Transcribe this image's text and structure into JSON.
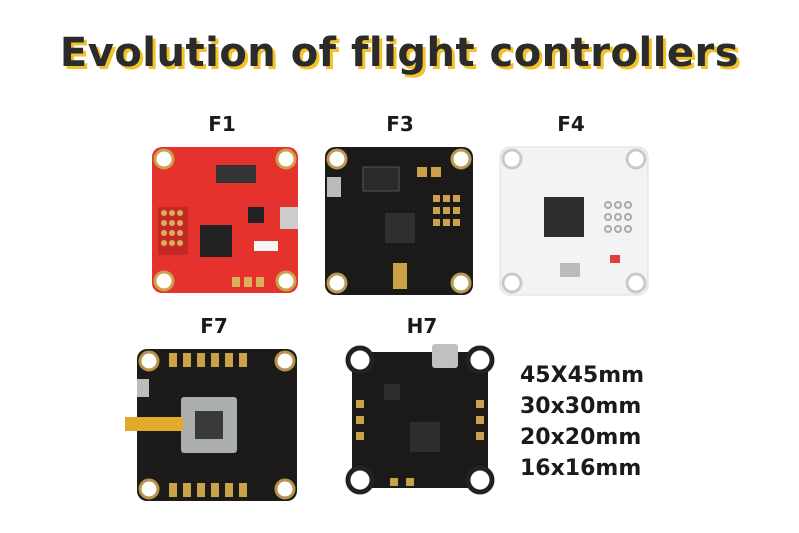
{
  "title": "Evolution of flight controllers",
  "boards": [
    {
      "label": "F1",
      "color": "#e5322d"
    },
    {
      "label": "F3",
      "color": "#1c1a18"
    },
    {
      "label": "F4",
      "color": "#f3f3f3"
    },
    {
      "label": "F7",
      "color": "#1d1b19"
    },
    {
      "label": "H7",
      "color": "#1b1a19"
    }
  ],
  "sizes": [
    "45X45mm",
    "30x30mm",
    "20x20mm",
    "16x16mm"
  ]
}
